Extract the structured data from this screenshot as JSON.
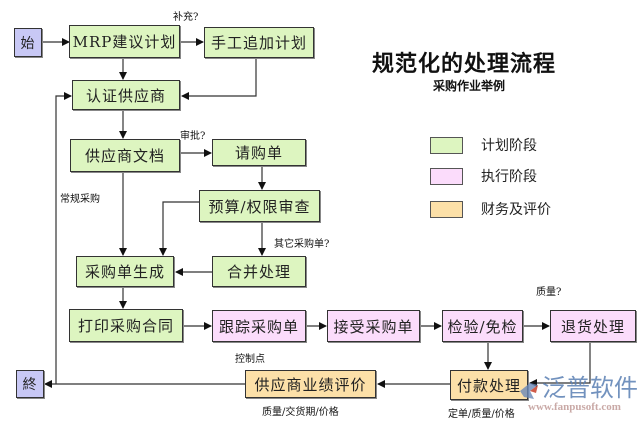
{
  "title": "规范化的处理流程",
  "subtitle": "采购作业举例",
  "colors": {
    "plan": "#ddf5c0",
    "exec": "#fbdcfb",
    "finance": "#fce0a8",
    "terminal": "#c8c8f5"
  },
  "nodes": {
    "start": "始",
    "mrp": "MRP建议计划",
    "manual_plan": "手工追加计划",
    "certify_supplier": "认证供应商",
    "supplier_docs": "供应商文档",
    "requisition": "请购单",
    "budget_review": "预算/权限审查",
    "po_generate": "采购单生成",
    "merge": "合并处理",
    "print_contract": "打印采购合同",
    "track_po": "跟踪采购单",
    "accept_po": "接受采购单",
    "inspect": "检验/免检",
    "return": "退货处理",
    "end": "終",
    "supplier_eval": "供应商业绩评价",
    "payment": "付款处理"
  },
  "edge_labels": {
    "supplement": "补充?",
    "approve": "审批?",
    "regular_purchase": "常规采购",
    "other_po": "其它采购单?",
    "control_point": "控制点",
    "quality": "质量?",
    "eval_criteria": "质量/交货期/价格",
    "payment_criteria": "定单/质量/价格"
  },
  "legend": [
    {
      "label": "计划阶段",
      "phase": "plan"
    },
    {
      "label": "执行阶段",
      "phase": "exec"
    },
    {
      "label": "财务及评价",
      "phase": "finance"
    }
  ],
  "watermark": {
    "brand": "泛普软件",
    "url": "www.fanpusoft.com"
  }
}
